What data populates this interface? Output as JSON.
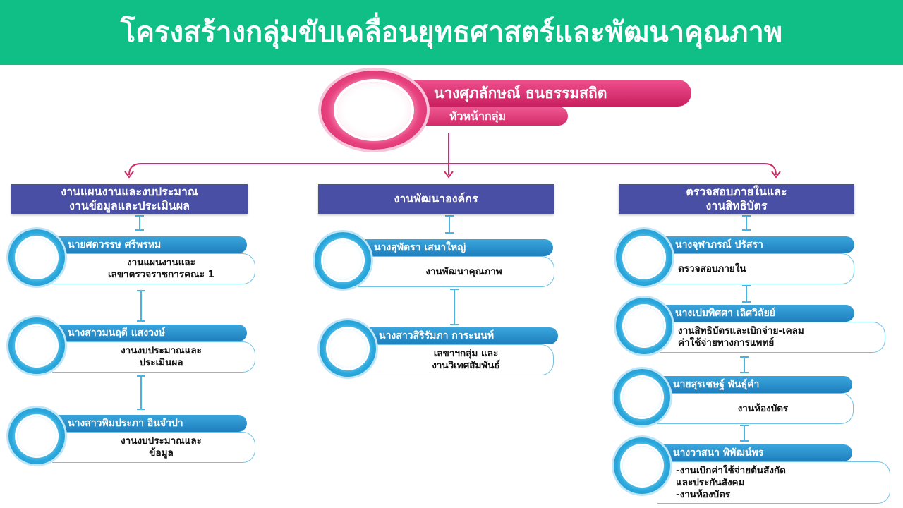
{
  "title": "โครงสร้างกลุ่มขับเคลื่อนยุทธศาสตร์และพัฒนาคุณภาพ",
  "head": {
    "name": "นางศุภลักษณ์  ธนธรรมสถิต",
    "role": "หัวหน้ากลุ่ม"
  },
  "departments": [
    {
      "lines": [
        "งานแผนงานและงบประมาณ",
        "งานข้อมูลและประเมินผล"
      ],
      "members": [
        {
          "name": "นายศตวรรษ  ศรีพรหม",
          "desc": [
            "งานแผนงานและ",
            "เลขาตรวจราชการคณะ 1"
          ]
        },
        {
          "name": "นางสาวมนฤดี  แสงวงษ์",
          "desc": [
            "งานงบประมาณและ",
            "ประเมินผล"
          ]
        },
        {
          "name": "นางสาวพิมประภา อินจำปา",
          "desc": [
            "งานงบประมาณและ",
            "ข้อมูล"
          ]
        }
      ]
    },
    {
      "lines": [
        "งานพัฒนาองค์กร"
      ],
      "members": [
        {
          "name": "นางสุพัตรา  เสนาใหญ่",
          "desc": [
            "งานพัฒนาคุณภาพ"
          ]
        },
        {
          "name": "นางสาวสิริรัมภา  การะนนท์",
          "desc": [
            "เลขาฯกลุ่ม และ",
            "งานวิเทศสัมพันธ์"
          ]
        }
      ]
    },
    {
      "lines": [
        "ตรวจสอบภายในและ",
        "งานสิทธิบัตร"
      ],
      "members": [
        {
          "name": "นางจุฬาภรณ์  ปรัสรา",
          "desc": [
            "ตรวจสอบภายใน"
          ]
        },
        {
          "name": "นางเปมพิศศา  เลิศวิลัยย์",
          "desc": [
            "งานสิทธิบัตรและเบิกจ่าย-เคลม",
            "ค่าใช้จ่ายทางการแพทย์"
          ]
        },
        {
          "name": "นายสุรเชษฐ์  พันธุ์คำ",
          "desc": [
            "งานห้องบัตร"
          ]
        },
        {
          "name": "นางวาสนา  พิพัฒน์พร",
          "desc": [
            "-งานเบิกค่าใช้จ่ายต้นสังกัด",
            "และประกันสังคม",
            "-งานห้องบัตร"
          ]
        }
      ]
    }
  ],
  "colors": {
    "title_bg": "#0fbf86",
    "dept_bg": "#4a4fa6",
    "head_accent": "#d42a69",
    "member_accent": "#1e88c6"
  }
}
